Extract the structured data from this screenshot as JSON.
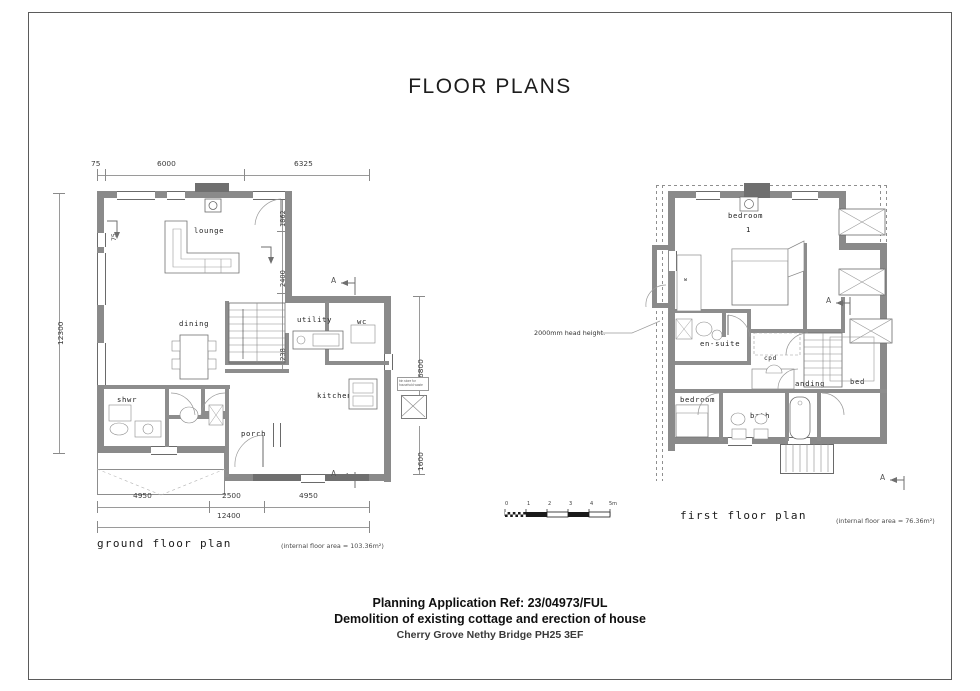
{
  "sheet": {
    "title": "FLOOR PLANS"
  },
  "footer": {
    "line1": "Planning Application Ref: 23/04973/FUL",
    "line2": "Demolition of existing cottage and erection of house",
    "line3": "Cherry Grove Nethy Bridge PH25 3EF"
  },
  "ground_floor": {
    "plan_label": "ground floor plan",
    "area_note": "(internal floor area = 103.36m²)",
    "rooms": [
      {
        "name": "lounge"
      },
      {
        "name": "dining"
      },
      {
        "name": "utility"
      },
      {
        "name": "wc"
      },
      {
        "name": "kitchen"
      },
      {
        "name": "shwr"
      },
      {
        "name": "wc"
      },
      {
        "name": "porch"
      }
    ],
    "dims_top": [
      "75",
      "6000",
      "6325"
    ],
    "dims_bottom": [
      "4950",
      "2500",
      "4950"
    ],
    "dims_overall_bottom": "12400",
    "dims_left": [
      "12300"
    ],
    "dims_left_small": [
      "75"
    ],
    "dims_right": [
      "6800",
      "1600"
    ],
    "dims_inner": [
      "1862",
      "2400",
      "1238"
    ],
    "section_marks": [
      "A",
      "A"
    ]
  },
  "first_floor": {
    "plan_label": "first floor plan",
    "area_note": "(internal floor area = 76.36m²)",
    "rooms": [
      {
        "name": "bedroom"
      },
      {
        "name": "1"
      },
      {
        "name": "en-suite"
      },
      {
        "name": "bedroom"
      },
      {
        "name": "landing"
      },
      {
        "name": "bath"
      },
      {
        "name": "cpd"
      },
      {
        "name": "bed"
      }
    ],
    "head_height_note": "2000mm head height.",
    "section_marks": [
      "A",
      "A"
    ]
  },
  "scale_bar": {
    "labels": [
      "0",
      "1",
      "2",
      "3",
      "4",
      "5m"
    ]
  }
}
